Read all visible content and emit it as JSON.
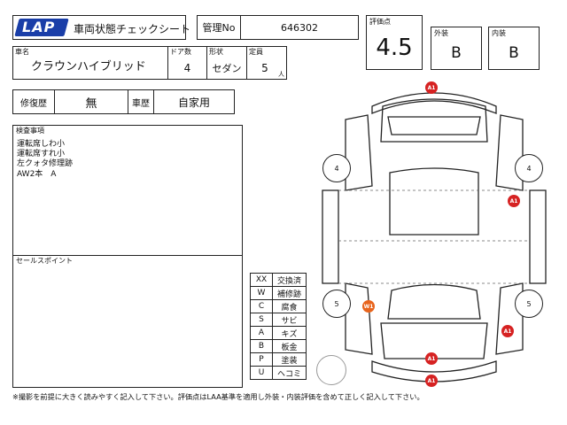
{
  "header": {
    "logo": "LAP",
    "title": "車両状態チェックシート",
    "control_label": "管理No",
    "control_number": "646302",
    "score_label": "評価点",
    "score": "4.5",
    "exterior_label": "外装",
    "exterior_grade": "B",
    "interior_label": "内装",
    "interior_grade": "B"
  },
  "vehicle": {
    "name_label": "車名",
    "name": "クラウンハイブリッド",
    "doors_label": "ドア数",
    "doors": "4",
    "body_label": "形状",
    "body": "セダン",
    "capacity_label": "定員",
    "capacity": "5",
    "capacity_unit": "人"
  },
  "history": {
    "repair_label": "修復歴",
    "repair_value": "無",
    "usage_label": "車歴",
    "usage_value": "自家用"
  },
  "inspection": {
    "label": "検査事項",
    "lines": [
      "運転席しわ小",
      "運転席すれ小",
      "左クォタ修理跡",
      "AW2本　A"
    ]
  },
  "sales": {
    "label": "セールスポイント"
  },
  "legend": [
    {
      "code": "XX",
      "meaning": "交換済"
    },
    {
      "code": "W",
      "meaning": "補修跡"
    },
    {
      "code": "C",
      "meaning": "腐食"
    },
    {
      "code": "S",
      "meaning": "サビ"
    },
    {
      "code": "A",
      "meaning": "キズ"
    },
    {
      "code": "B",
      "meaning": "板金"
    },
    {
      "code": "P",
      "meaning": "塗装"
    },
    {
      "code": "U",
      "meaning": "ヘコミ"
    }
  ],
  "diagram": {
    "tires": {
      "front_left": "4",
      "front_right": "4",
      "rear_left": "5",
      "rear_right": "5"
    },
    "marks": [
      {
        "id": "front-bumper",
        "code": "A1",
        "color": "#d62222"
      },
      {
        "id": "right-front-fender",
        "code": "A1",
        "color": "#d62222"
      },
      {
        "id": "left-rear-quarter",
        "code": "W1",
        "color": "#e8641c"
      },
      {
        "id": "right-rear-quarter",
        "code": "A1",
        "color": "#d62222"
      },
      {
        "id": "trunk",
        "code": "A1",
        "color": "#d62222"
      },
      {
        "id": "rear-bumper",
        "code": "A1",
        "color": "#d62222"
      }
    ]
  },
  "footer": {
    "note": "※撮影を前提に大きく読みやすく記入して下さい。評価点はLAA基準を適用し外装・内装評価を含めて正しく記入して下さい。"
  },
  "colors": {
    "damage": "#d62222",
    "repair_mark": "#e8641c",
    "logo": "#1a3ea8"
  }
}
